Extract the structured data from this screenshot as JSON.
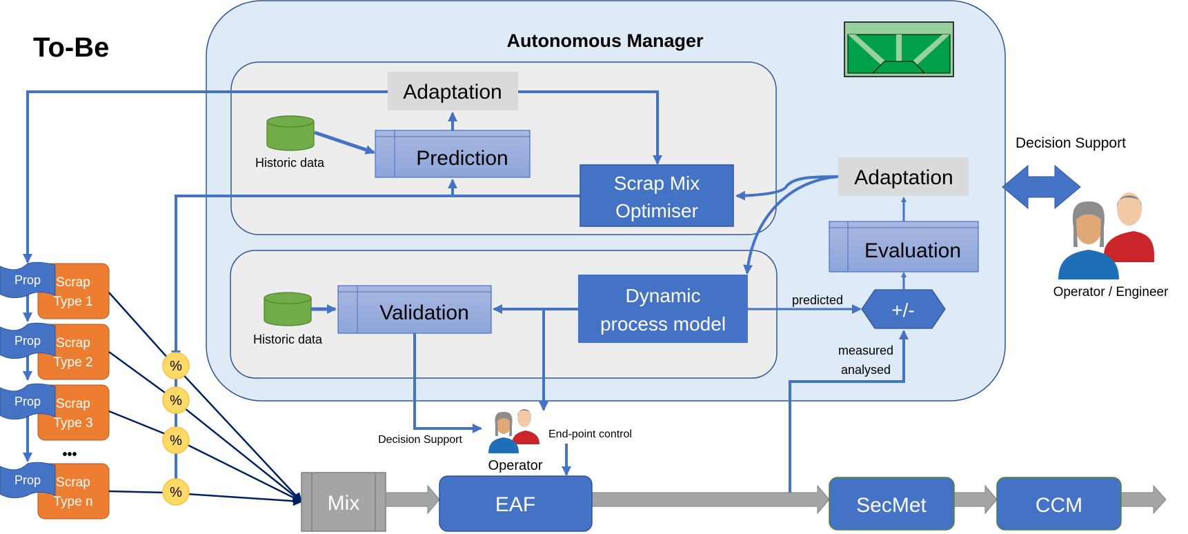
{
  "title": "To-Be",
  "autonomous_manager": {
    "title": "Autonomous Manager",
    "logo_icon": "furnace-logo-icon"
  },
  "upper_panel": {
    "adaptation": "Adaptation",
    "prediction": "Prediction",
    "historic_data": "Historic data",
    "optimiser_line1": "Scrap Mix",
    "optimiser_line2": "Optimiser"
  },
  "lower_panel": {
    "historic_data": "Historic data",
    "validation": "Validation",
    "dpm_line1": "Dynamic",
    "dpm_line2": "process model"
  },
  "right_loop": {
    "adaptation": "Adaptation",
    "evaluation": "Evaluation",
    "comparator": "+/-",
    "predicted": "predicted",
    "measured_line1": "measured",
    "measured_line2": "analysed"
  },
  "external": {
    "decision_support": "Decision Support",
    "operator_engineer": "Operator / Engineer"
  },
  "scrap": {
    "prop_label": "Prop",
    "items": [
      {
        "line1": "Scrap",
        "line2": "Type 1"
      },
      {
        "line1": "Scrap",
        "line2": "Type 2"
      },
      {
        "line1": "Scrap",
        "line2": "Type 3"
      },
      {
        "line1": "Scrap",
        "line2": "Type n"
      }
    ],
    "ellipsis": "•••",
    "percent": "%"
  },
  "process": {
    "mix": "Mix",
    "eaf": "EAF",
    "secmet": "SecMet",
    "ccm": "CCM",
    "operator": "Operator",
    "decision_support": "Decision Support",
    "end_point_control": "End-point control"
  },
  "colors": {
    "accent_blue": "#4472c4",
    "container_fill": "#deeaf6",
    "panel_fill": "#ededed",
    "gray_box": "#dadada",
    "scrap_orange": "#ed7d31",
    "percent_yellow": "#ffd966",
    "db_green": "#70ad47",
    "arrow_gray": "#a5a5a5",
    "dark_line": "#002060"
  }
}
